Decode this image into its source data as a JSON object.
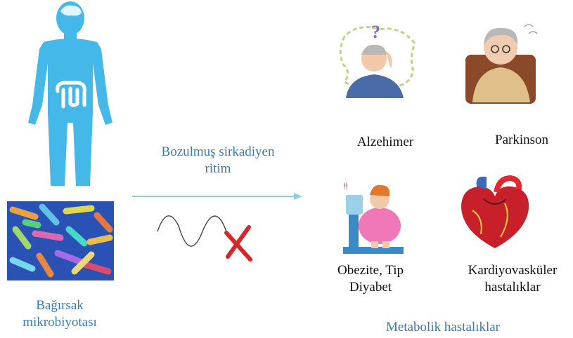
{
  "gut_label": [
    "Bağırsak",
    "mikrobiyotası"
  ],
  "arrow_label": [
    "Bozulmuş sirkadiyen",
    "ritim"
  ],
  "diseases": {
    "alzheimer": "Alzehimer",
    "parkinson": "Parkinson",
    "obesity": [
      "Obezite, Tip",
      "Diyabet"
    ],
    "cardio": [
      "Kardiyovasküler",
      "hastalıklar"
    ]
  },
  "group_label": "Metabolik hastalıklar",
  "colors": {
    "body": "#45b8ea",
    "text_blue": "#3a7ab8",
    "cross": "#d9252a",
    "arrow": "#8fd0d8"
  }
}
